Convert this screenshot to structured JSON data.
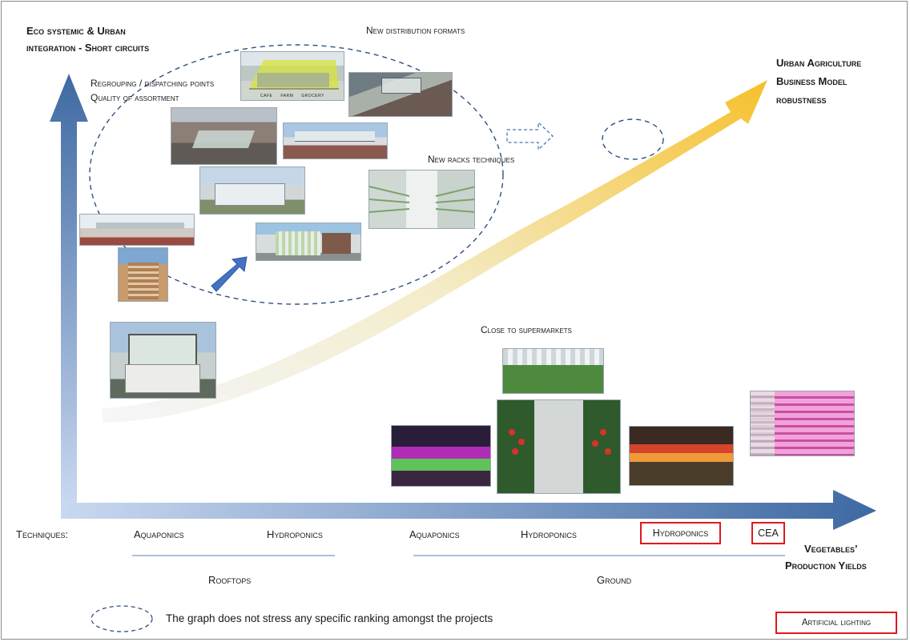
{
  "y_axis_title": {
    "line1": "Eco systemic & Urban",
    "line2": "integration - Short circuits"
  },
  "top_right_title": {
    "line1": "Urban Agriculture",
    "line2": "Business Model",
    "line3": "robustness"
  },
  "annotations": {
    "new_distribution": "New distribution formats",
    "regrouping": "Regrouping / dispatching points",
    "quality": "Quality of assortment",
    "racks": "New racks techniques",
    "supermarkets": "Close to supermarkets"
  },
  "techniques_label": "Techniques:",
  "techniques": [
    "Aquaponics",
    "Hydroponics",
    "Aquaponics",
    "Hydroponics",
    "Hydroponics",
    "CEA"
  ],
  "groups": {
    "rooftops": "Rooftops",
    "ground": "Ground"
  },
  "x_axis_title": {
    "line1": "Vegetables’",
    "line2": "Production Yields"
  },
  "legend": {
    "dashed_note": "The graph does not stress any specific ranking amongst the projects",
    "artificial_lighting": "Artificial lighting"
  },
  "store_sign": [
    "CAFE",
    "FARM",
    "GROCERY"
  ],
  "colors": {
    "axis_dark": "#3f6aa3",
    "axis_light": "#c7d6ee",
    "curve_end": "#f6c02c",
    "dashed": "#2f4f80",
    "highlight": "#e0191e"
  }
}
